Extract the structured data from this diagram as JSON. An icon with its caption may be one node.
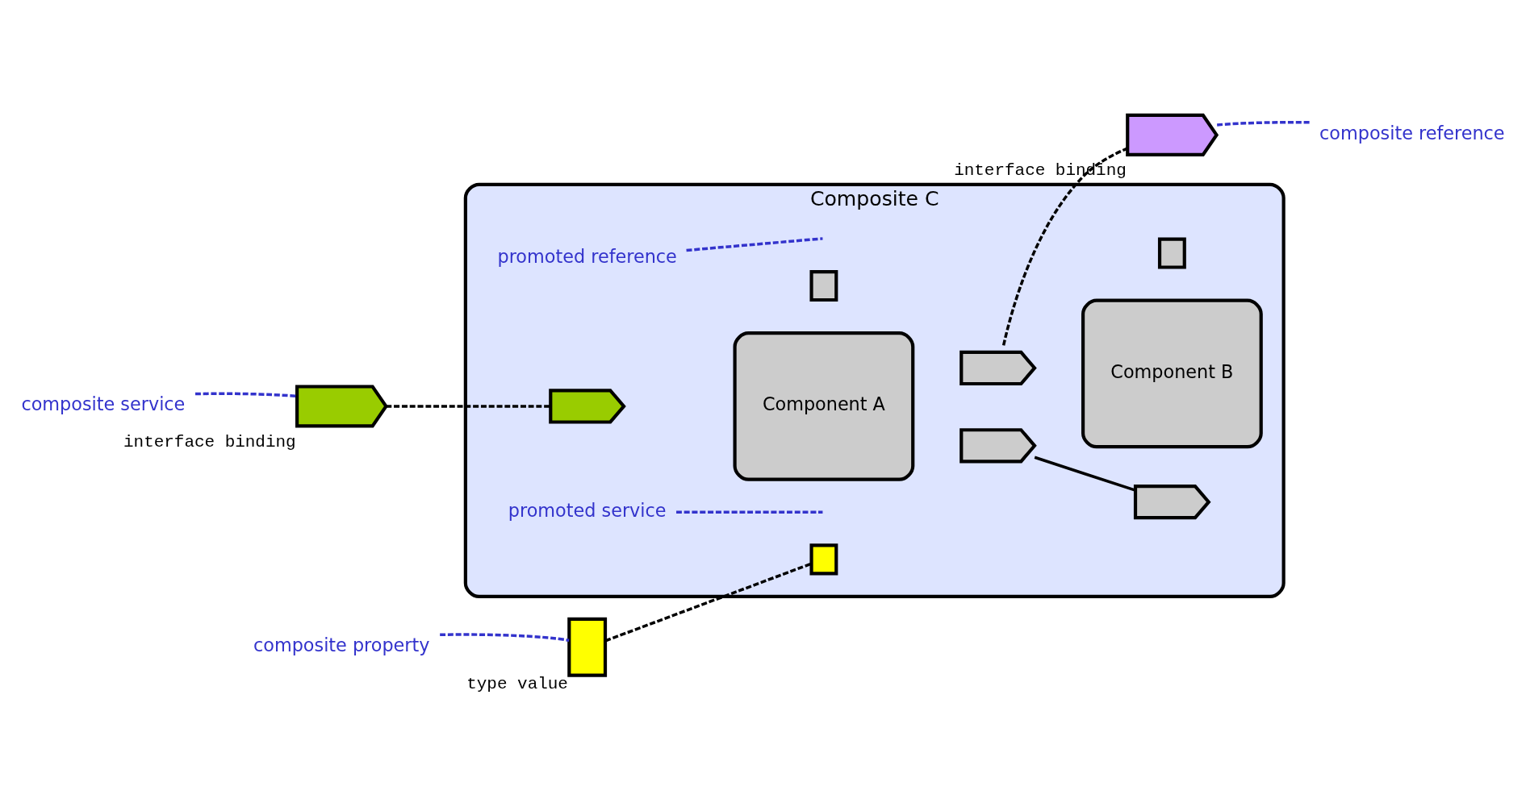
{
  "diagram": {
    "nodes": [
      {
        "text": [
          "Composite C"
        ]
      },
      {
        "text": [
          "Component A"
        ],
        "in": 0
      },
      {
        "text": [
          "Component B"
        ],
        "in": 0
      },
      {
        "text": [],
        "shape": "box",
        "beside": [
          "type value"
        ]
      },
      {
        "text": [],
        "shape": "box",
        "in": 0
      },
      {
        "text": [],
        "shape": "box",
        "in": 0
      },
      {
        "text": [],
        "shape": "box",
        "in": 0
      },
      {
        "text": [],
        "shape": "chevron",
        "beside": [
          "interface binding"
        ]
      },
      {
        "text": [],
        "shape": "chevron",
        "in": 0
      },
      {
        "text": [],
        "shape": "chevron",
        "in": 0
      },
      {
        "text": [],
        "shape": "chevron",
        "in": 0
      },
      {
        "text": [],
        "shape": "chevron",
        "in": 0
      },
      {
        "text": [],
        "shape": "chevron",
        "beside": [
          "interface binding"
        ]
      },
      {
        "text": [
          "composite property"
        ]
      },
      {
        "text": [
          "composite service"
        ]
      },
      {
        "text": [
          "promoted service"
        ],
        "in": 0
      },
      {
        "text": [
          "promoted reference"
        ],
        "in": 0
      },
      {
        "text": [
          "composite reference"
        ]
      }
    ],
    "edges": [
      {
        "from": 3,
        "to": 4,
        "arrow": "none",
        "style": "dashed",
        "color": "#000000"
      },
      {
        "from": 7,
        "to": 8,
        "arrow": "none",
        "style": "dashed",
        "color": "#000000"
      },
      {
        "from": 9,
        "to": 11,
        "arrow": "none",
        "color": "#000000"
      },
      {
        "from": 10,
        "to": 12,
        "arrow": "none",
        "style": "dashed",
        "color": "#000000"
      },
      {
        "from": 13,
        "to": 3,
        "arrow": "none",
        "style": "dashed",
        "color": "#3333cc"
      },
      {
        "from": 14,
        "to": 7,
        "arrow": "none",
        "style": "dashed",
        "color": "#3333cc"
      },
      {
        "from": 15,
        "to": null,
        "arrow": "none",
        "style": "dashed",
        "color": "#3333cc"
      },
      {
        "from": 16,
        "to": null,
        "arrow": "none",
        "style": "dashed",
        "color": "#3333cc"
      },
      {
        "from": 17,
        "to": 12,
        "arrow": "none",
        "style": "dashed",
        "color": "#3333cc"
      }
    ]
  }
}
